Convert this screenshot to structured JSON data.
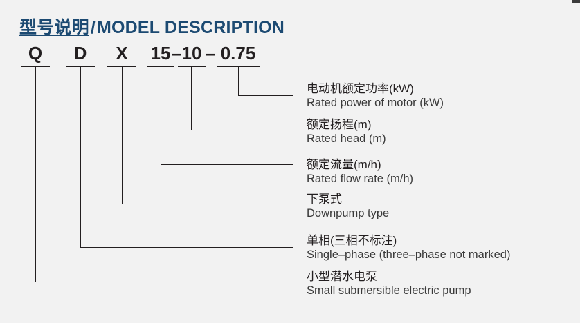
{
  "title": {
    "cjk": "型号说明",
    "separator": "/",
    "latin": "MODEL DESCRIPTION",
    "color": "#1c4a72"
  },
  "model_code": {
    "full": "QDX 15-10-0.75",
    "segments": [
      {
        "id": "q",
        "label": "Q"
      },
      {
        "id": "d",
        "label": "D"
      },
      {
        "id": "x",
        "label": "X"
      },
      {
        "id": "flow",
        "label": "15"
      },
      {
        "id": "head",
        "label": "10"
      },
      {
        "id": "power",
        "label": "0.75"
      }
    ],
    "dashes": [
      "–",
      "–"
    ]
  },
  "callouts": [
    {
      "id": "rated-power",
      "cn": "电动机额定功率(kW)",
      "en": "Rated power of motor (kW)"
    },
    {
      "id": "rated-head",
      "cn": "额定扬程(m)",
      "en": "Rated head (m)"
    },
    {
      "id": "rated-flow",
      "cn": "额定流量(m/h)",
      "en": "Rated flow rate (m/h)"
    },
    {
      "id": "downpump-type",
      "cn": "下泵式",
      "en": "Downpump type"
    },
    {
      "id": "single-phase",
      "cn": "单相(三相不标注)",
      "en": "Single–phase (three–phase not marked)"
    },
    {
      "id": "small-pump",
      "cn": "小型潜水电泵",
      "en": "Small submersible electric pump"
    }
  ],
  "style": {
    "background": "#f2f2f2",
    "line_color": "#231f20",
    "text_color": "#231f20"
  }
}
